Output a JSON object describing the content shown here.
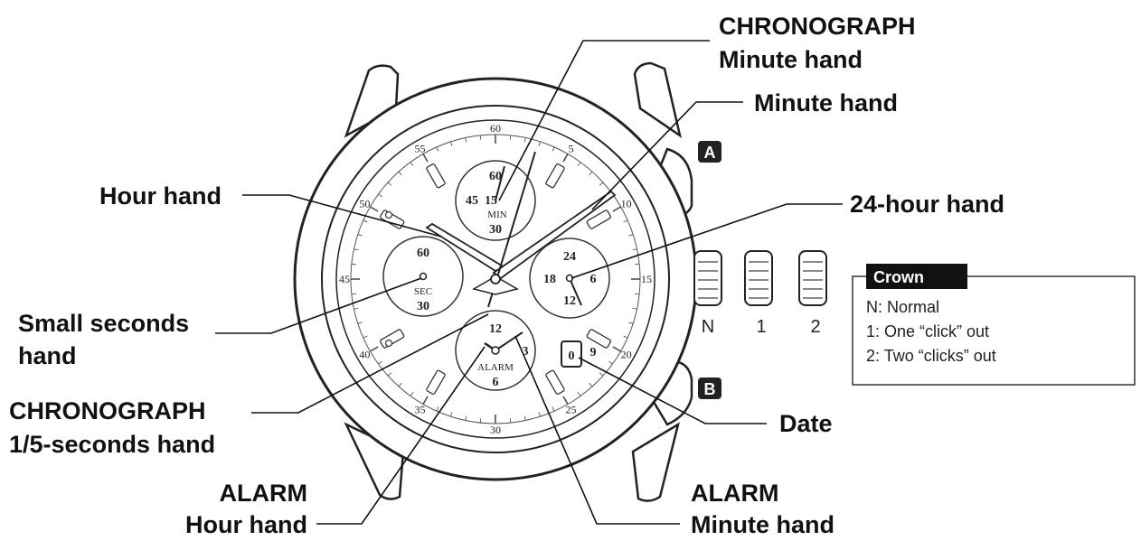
{
  "labels": {
    "chrono_minute": [
      "CHRONOGRAPH",
      "Minute hand"
    ],
    "minute": "Minute hand",
    "hour": "Hour hand",
    "hour24": "24-hour hand",
    "small_seconds": [
      "Small seconds",
      "hand"
    ],
    "chrono_fifth": [
      "CHRONOGRAPH",
      "1/5-seconds hand"
    ],
    "date": "Date",
    "alarm_hour": [
      "ALARM",
      "Hour hand"
    ],
    "alarm_minute": [
      "ALARM",
      "Minute hand"
    ]
  },
  "buttons": {
    "a": "A",
    "b": "B"
  },
  "crown_positions": [
    "N",
    "1",
    "2"
  ],
  "crown_box": {
    "title": "Crown",
    "lines": [
      "N: Normal",
      "1: One “click” out",
      "2: Two “clicks” out"
    ]
  },
  "dial": {
    "outer_numbers": [
      "60",
      "5",
      "10",
      "15",
      "20",
      "25",
      "30",
      "35",
      "40",
      "45",
      "50",
      "55"
    ],
    "min_subdial": {
      "top": "60",
      "left": "45",
      "right": "15",
      "label": "MIN",
      "bottom": "30"
    },
    "sec_subdial": {
      "top": "60",
      "label": "SEC",
      "bottom": "30"
    },
    "hour24_subdial": {
      "top": "24",
      "left": "18",
      "right": "6",
      "bottom": "12"
    },
    "alarm_subdial": {
      "top": "12",
      "right": "3",
      "label": "ALARM",
      "bottom": "6"
    },
    "date_value": "0",
    "date_neighbor": "9"
  }
}
